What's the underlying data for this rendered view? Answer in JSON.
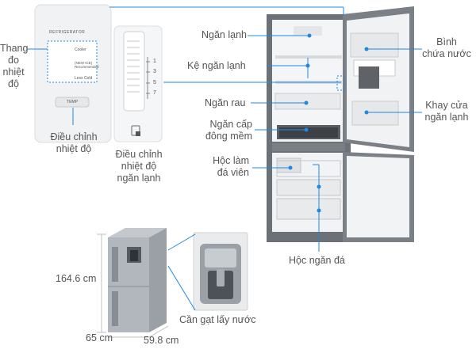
{
  "colors": {
    "leader": "#1e88e5",
    "dot": "#1e88e5",
    "steel": "#8a8f96",
    "inner": "#f3f4f5"
  },
  "temp_panel": {
    "header": "REFRIGERATOR",
    "options": [
      "Cooler",
      "(NEW ICE)",
      "Recommended",
      "Less Cold"
    ],
    "button": "TEMP"
  },
  "crisper_dial": {
    "ticks": [
      "1",
      "3",
      "5",
      "7"
    ]
  },
  "labels": {
    "thermometer": "Thang\nđo\nnhiệt\nđộ",
    "temp_adjust": "Điều chỉnh\nnhiệt độ",
    "crisper_adjust": "Điều chỉnh\nnhiệt độ\nngăn lạnh",
    "fridge": "Ngăn lạnh",
    "shelf": "Kệ ngăn lạnh",
    "vegetable": "Ngăn rau",
    "softfreeze": "Ngăn cấp\nđông mềm",
    "icemaker": "Hộc làm\nđá viên",
    "freezer_drawer": "Hộc ngăn đá",
    "water_tank": "Bình\nchứa nước",
    "door_tray": "Khay cửa\nngăn lạnh",
    "lever": "Cần gạt lấy nước"
  },
  "dimensions": {
    "height": "164.6 cm",
    "depth": "65 cm",
    "width": "59.8 cm"
  }
}
